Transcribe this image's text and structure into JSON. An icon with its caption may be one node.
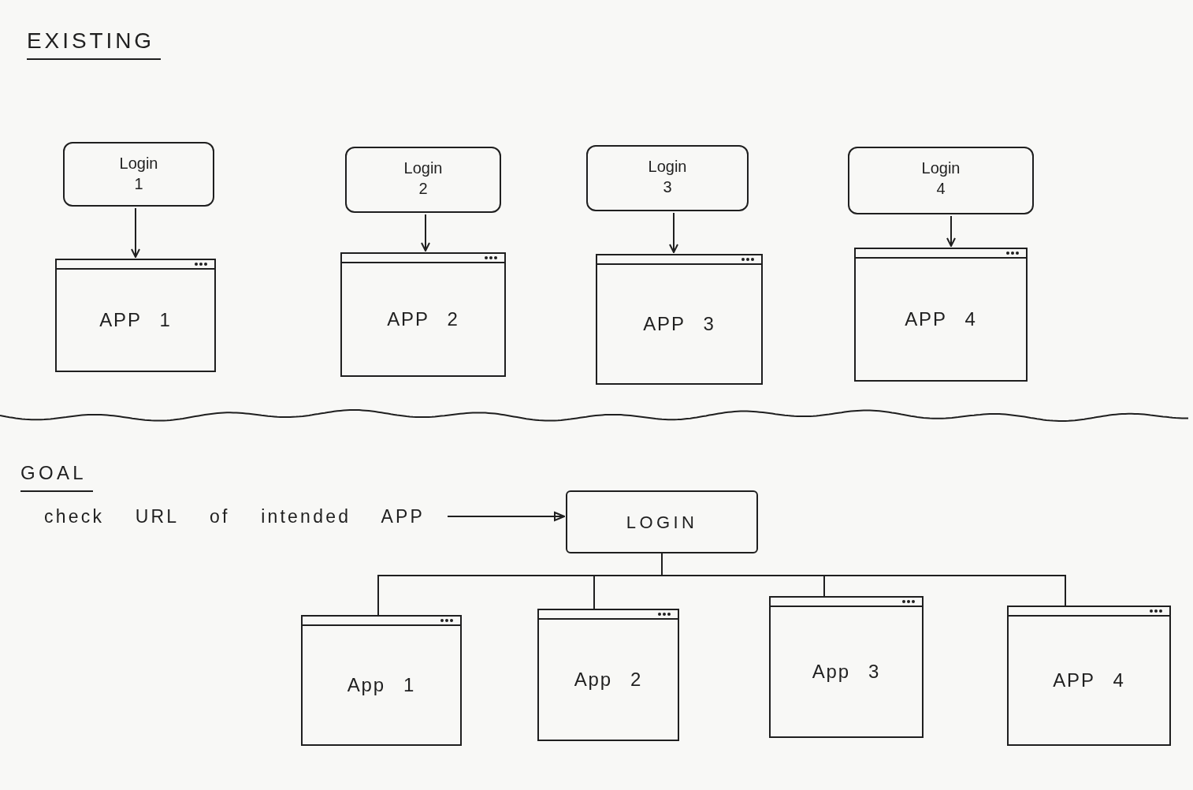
{
  "diagram": {
    "nodes": [
      {
        "text": [
          "Login 1"
        ]
      },
      {
        "text": [
          "Login 2"
        ]
      },
      {
        "text": [
          "Login 3"
        ]
      },
      {
        "text": [
          "Login 4"
        ]
      },
      {
        "text": [
          "APP 1"
        ]
      },
      {
        "text": [
          "APP 2"
        ]
      },
      {
        "text": [
          "APP 3"
        ]
      },
      {
        "text": [
          "APP 4"
        ]
      },
      {
        "text": [
          "check URL of intended APP"
        ]
      },
      {
        "text": [
          "LOGIN"
        ]
      },
      {
        "text": [
          "App 1"
        ]
      },
      {
        "text": [
          "App 2"
        ]
      },
      {
        "text": [
          "App 3"
        ]
      },
      {
        "text": [
          "APP 4"
        ]
      }
    ],
    "edges": [
      {
        "from": 0,
        "to": 4,
        "arrow": "to"
      },
      {
        "from": 1,
        "to": 5,
        "arrow": "to"
      },
      {
        "from": 2,
        "to": 6,
        "arrow": "to"
      },
      {
        "from": 3,
        "to": 7,
        "arrow": "to"
      },
      {
        "from": 8,
        "to": 9,
        "arrow": "to"
      },
      {
        "from": 9,
        "to": 10,
        "arrow": "none"
      },
      {
        "from": 9,
        "to": 11,
        "arrow": "none"
      },
      {
        "from": 9,
        "to": 12,
        "arrow": "none"
      },
      {
        "from": 9,
        "to": 13,
        "arrow": "none"
      }
    ],
    "labels": [
      "EXISTING",
      "GOAL"
    ]
  }
}
